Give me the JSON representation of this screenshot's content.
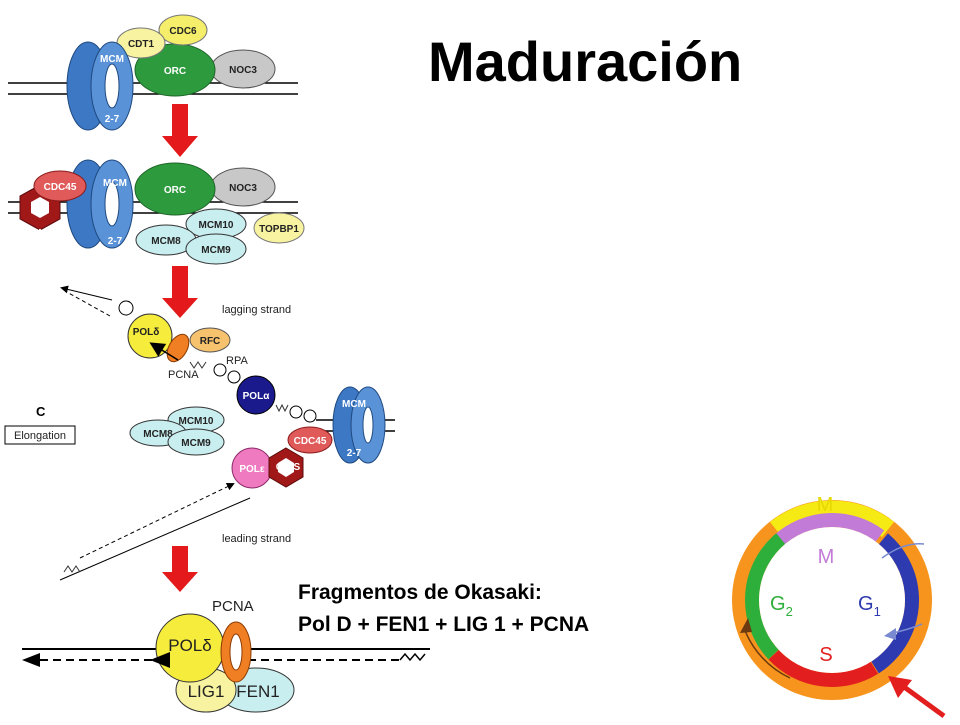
{
  "title": "Maduración",
  "okazaki": {
    "line1": "Fragmentos de Okasaki:",
    "line2": "Pol D + FEN1 + LIG 1 + PCNA"
  },
  "stage1": {
    "cdt1": "CDT1",
    "cdc6": "CDC6",
    "orc": "ORC",
    "noc3": "NOC3",
    "mcm_top": "MCM",
    "mcm_bottom": "2-7"
  },
  "stage2": {
    "cdc45": "CDC45",
    "gins": "GINS",
    "mcm_top": "MCM",
    "mcm_bottom": "2-7",
    "orc": "ORC",
    "noc3": "NOC3",
    "mcm10": "MCM10",
    "mcm8": "MCM8",
    "mcm9": "MCM9",
    "topbp1": "TOPBP1"
  },
  "stage3": {
    "panel_letter": "C",
    "panel_label": "Elongation",
    "lagging_strand": "lagging strand",
    "leading_strand": "leading strand",
    "pol_delta": "POLδ",
    "rfc": "RFC",
    "rpa": "RPA",
    "pcna": "PCNA",
    "pol_alpha": "POLα",
    "pol_epsilon": "POLε",
    "mcm10": "MCM10",
    "mcm8": "MCM8",
    "mcm9": "MCM9",
    "cdc45": "CDC45",
    "gins": "GINS",
    "mcm_top": "MCM",
    "mcm_bottom": "2-7"
  },
  "stage4": {
    "pcna": "PCNA",
    "pol_delta": "POLδ",
    "lig1": "LIG1",
    "fen1": "FEN1"
  },
  "cell_cycle": {
    "outer_m": "M",
    "inner_m": "M",
    "g2_main": "G",
    "g2_sub": "2",
    "g1_main": "G",
    "g1_sub": "1",
    "s": "S",
    "colors": {
      "outer_ring": "#f7941d",
      "m_outer": "#f5ea14",
      "m_inner": "#c27bd6",
      "g2": "#2eae3a",
      "g1": "#2d3ab0",
      "s": "#e31e1e",
      "pointer": "#e31e1e"
    }
  },
  "colors": {
    "arrow": "#e3191b",
    "orc": "#2e9a3e",
    "mcm": "#3d78c4",
    "cdc6": "#f4ee6a",
    "cdt1": "#f8f3a0",
    "noc3": "#c8c8c8",
    "cdc45": "#e05a5a",
    "gins": "#a01818",
    "light_cyan": "#c9eef0",
    "pol_delta": "#f5ec3c",
    "pcna": "#f07e22",
    "rfc": "#f7c26d",
    "pol_alpha": "#1a1a8c",
    "pol_epsilon": "#f07ac0"
  }
}
